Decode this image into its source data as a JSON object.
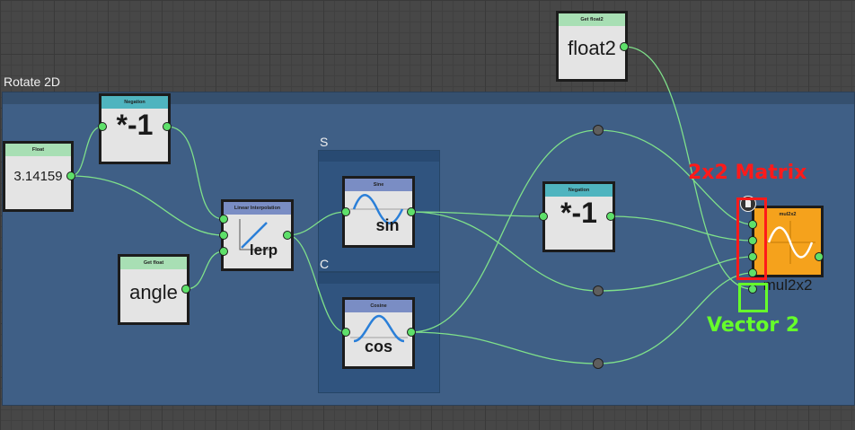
{
  "group": {
    "title": "Rotate 2D"
  },
  "frames": {
    "sine": {
      "label": "S"
    },
    "cosine": {
      "label": "C"
    }
  },
  "nodes": {
    "float": {
      "title": "Float",
      "value": "3.14159"
    },
    "negation1": {
      "title": "Negation",
      "value": "*-1"
    },
    "get_angle": {
      "title": "Get float",
      "value": "angle"
    },
    "lerp": {
      "title": "Linear Interpolation",
      "value": "lerp"
    },
    "sine": {
      "title": "Sine",
      "value": "sin"
    },
    "cosine": {
      "title": "Cosine",
      "value": "cos"
    },
    "negation2": {
      "title": "Negation",
      "value": "*-1"
    },
    "get_float2": {
      "title": "Get float2",
      "value": "float2"
    },
    "mul2x2": {
      "title": "mul2x2",
      "value": "mul2x2"
    }
  },
  "annotations": {
    "matrix": "2x2 Matrix",
    "vector": "Vector 2"
  },
  "colors": {
    "wire": "#7fe08a",
    "port": "#5ee06a",
    "header_green": "#a8dfb4",
    "header_teal": "#4fb4bf",
    "header_blue": "#7a8dc4",
    "mul_orange": "#f5a21c",
    "annotation_red": "#ff1a1a",
    "annotation_green": "#66ff2a"
  }
}
